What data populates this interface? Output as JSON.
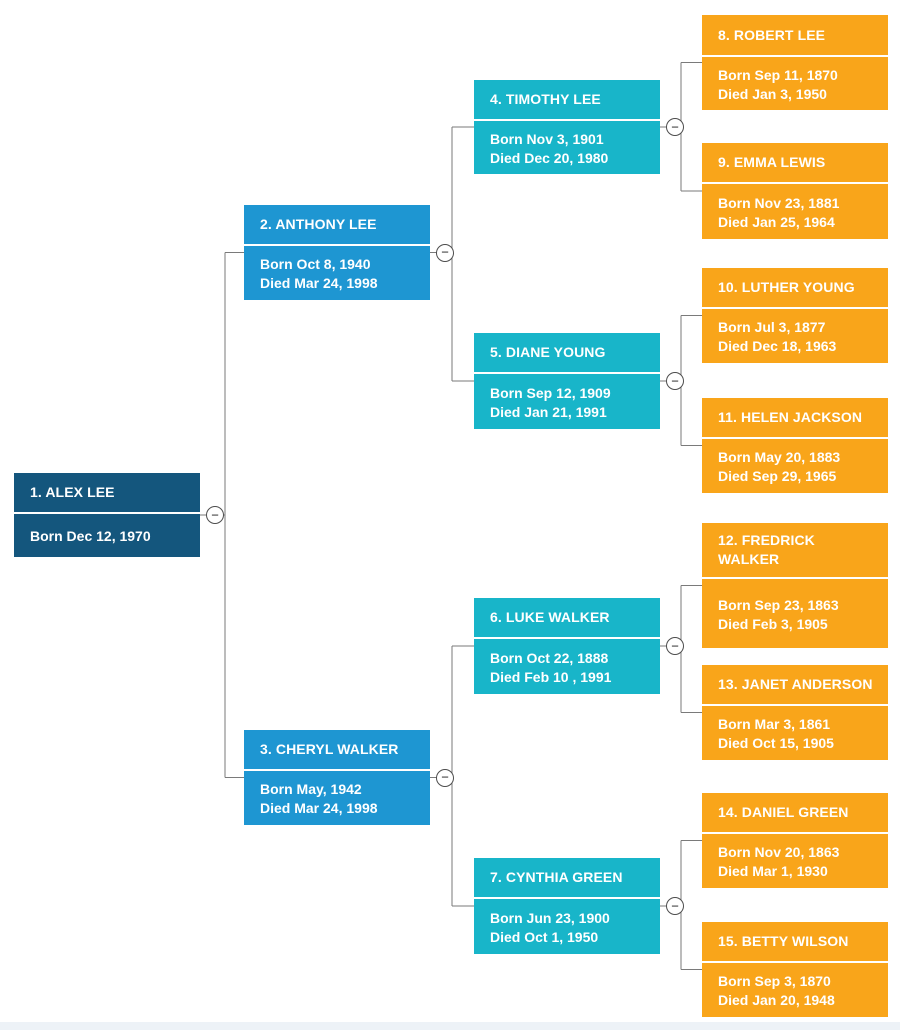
{
  "diagram": {
    "kind": "family-tree-pedigree-chart",
    "generations": 4,
    "orientation": "left-to-right"
  },
  "toggle_glyph": "−",
  "colors": {
    "generation1": "#14567D",
    "generation2": "#1E96D2",
    "generation3": "#18B5C9",
    "generation4": "#F9A51A",
    "connector": "#7A7A7A",
    "footer_strip": "#EDF2F7",
    "node_text": "#FFFFFF"
  },
  "nodes": [
    {
      "id": 1,
      "generation": 1,
      "name": "1. ALEX LEE",
      "born": "Born Dec 12, 1970",
      "died": ""
    },
    {
      "id": 2,
      "generation": 2,
      "name": "2. ANTHONY LEE",
      "born": "Born Oct 8, 1940",
      "died": "Died Mar 24, 1998"
    },
    {
      "id": 3,
      "generation": 2,
      "name": "3. CHERYL WALKER",
      "born": "Born May, 1942",
      "died": "Died Mar 24, 1998"
    },
    {
      "id": 4,
      "generation": 3,
      "name": "4. TIMOTHY LEE",
      "born": "Born Nov 3, 1901",
      "died": "Died Dec 20, 1980"
    },
    {
      "id": 5,
      "generation": 3,
      "name": "5. DIANE YOUNG",
      "born": "Born Sep 12, 1909",
      "died": "Died Jan 21, 1991"
    },
    {
      "id": 6,
      "generation": 3,
      "name": "6. LUKE WALKER",
      "born": "Born Oct 22, 1888",
      "died": "Died Feb 10 , 1991"
    },
    {
      "id": 7,
      "generation": 3,
      "name": "7. CYNTHIA GREEN",
      "born": "Born Jun 23, 1900",
      "died": "Died Oct 1, 1950"
    },
    {
      "id": 8,
      "generation": 4,
      "name": "8. ROBERT LEE",
      "born": "Born Sep 11, 1870",
      "died": "Died Jan 3, 1950"
    },
    {
      "id": 9,
      "generation": 4,
      "name": "9. EMMA LEWIS",
      "born": "Born Nov 23, 1881",
      "died": "Died Jan 25, 1964"
    },
    {
      "id": 10,
      "generation": 4,
      "name": "10. LUTHER YOUNG",
      "born": "Born Jul 3, 1877",
      "died": "Died Dec 18, 1963"
    },
    {
      "id": 11,
      "generation": 4,
      "name": "11. HELEN JACKSON",
      "born": "Born May 20, 1883",
      "died": "Died Sep 29, 1965"
    },
    {
      "id": 12,
      "generation": 4,
      "name": "12. FREDRICK WALKER",
      "born": "Born Sep 23, 1863",
      "died": "Died Feb 3, 1905"
    },
    {
      "id": 13,
      "generation": 4,
      "name": "13. JANET ANDERSON",
      "born": "Born Mar 3, 1861",
      "died": "Died Oct 15, 1905"
    },
    {
      "id": 14,
      "generation": 4,
      "name": "14. DANIEL GREEN",
      "born": "Born Nov 20, 1863",
      "died": "Died Mar 1, 1930"
    },
    {
      "id": 15,
      "generation": 4,
      "name": "15. BETTY WILSON",
      "born": "Born Sep 3, 1870",
      "died": "Died Jan 20, 1948"
    }
  ],
  "edges": [
    {
      "parent": 1,
      "children": [
        2,
        3
      ]
    },
    {
      "parent": 2,
      "children": [
        4,
        5
      ]
    },
    {
      "parent": 3,
      "children": [
        6,
        7
      ]
    },
    {
      "parent": 4,
      "children": [
        8,
        9
      ]
    },
    {
      "parent": 5,
      "children": [
        10,
        11
      ]
    },
    {
      "parent": 6,
      "children": [
        12,
        13
      ]
    },
    {
      "parent": 7,
      "children": [
        14,
        15
      ]
    }
  ]
}
